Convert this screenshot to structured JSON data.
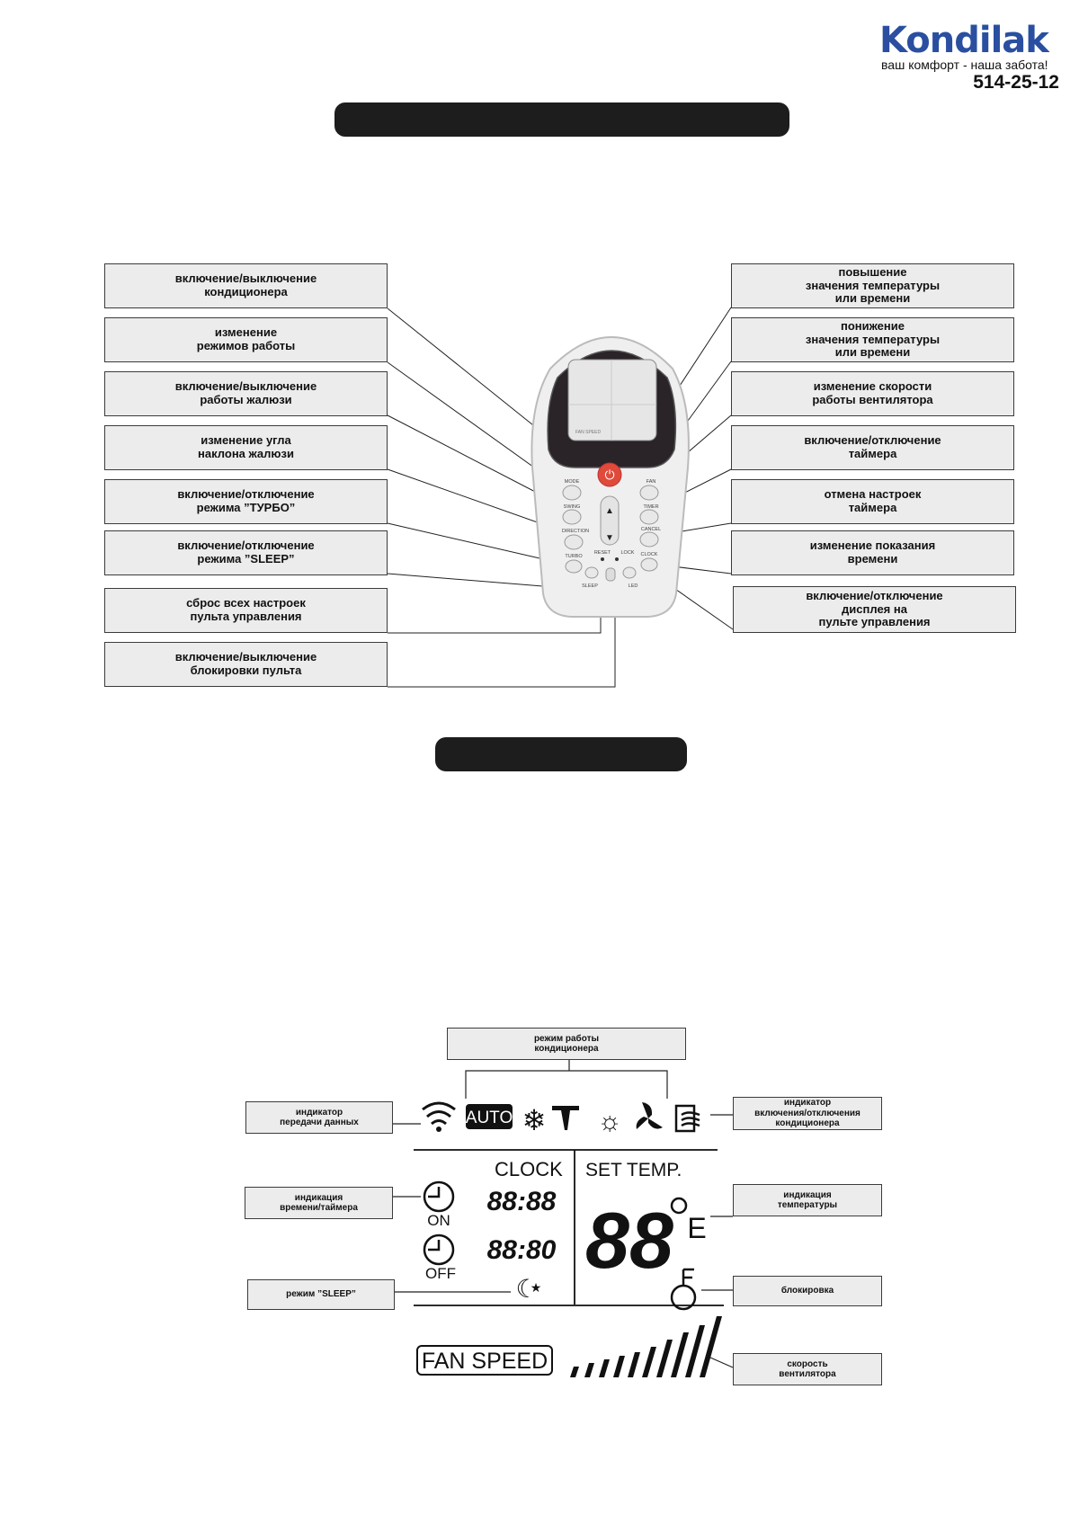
{
  "brand": {
    "name_part1": "Kon",
    "name_part2": "dilak",
    "slogan": "ваш комфорт - наша забота!",
    "phone": "514-25-12",
    "colors": {
      "blue": "#2a4fa0",
      "green": "#3a8a3a"
    }
  },
  "remote_labels": {
    "left": [
      "включение/выключение\nкондиционера",
      "изменение\nрежимов работы",
      "включение/выключение\nработы жалюзи",
      "изменение угла\nнаклона жалюзи",
      "включение/отключение\nрежима ”ТУРБО”",
      "включение/отключение\nрежима ”SLEEP”",
      "сброс всех настроек\nпульта управления",
      "включение/выключение\nблокировки пульта"
    ],
    "right": [
      "повышение\nзначения температуры\nили времени",
      "понижение\nзначения температуры\nили времени",
      "изменение скорости\nработы вентилятора",
      "включение/отключение\nтаймера",
      "отмена настроек\nтаймера",
      "изменение показания\nвремени",
      "включение/отключение\nдисплея на\nпульте управления"
    ]
  },
  "remote": {
    "screen_text": "FAN SPEED",
    "buttons": {
      "mode": "MODE",
      "swing": "SWING",
      "direction": "DIRECTION",
      "turbo": "TURBO",
      "sleep": "SLEEP",
      "reset": "RESET",
      "lock": "LOCK",
      "led": "LED",
      "fan": "FAN",
      "timer": "TIMER",
      "cancel": "CANCEL",
      "clock": "CLOCK"
    },
    "power_color": "#e04a3a"
  },
  "display_labels": {
    "mode": "режим работы\nкондиционера",
    "transmit": "индикатор\nпередачи данных",
    "power": "индикатор\nвключения/отключения\nкондиционера",
    "time": "индикация\nвремени/таймера",
    "temperature": "индикация\nтемпературы",
    "sleep": "режим ”SLEEP”",
    "lock": "блокировка",
    "fan_speed": "скорость\nвентилятора"
  },
  "lcd": {
    "auto": "AUTO",
    "clock": "CLOCK",
    "set_temp": "SET TEMP.",
    "on": "ON",
    "off": "OFF",
    "time_on": "88:88",
    "time_off": "88:80",
    "temp": "88",
    "fan_speed": "FAN SPEED"
  }
}
